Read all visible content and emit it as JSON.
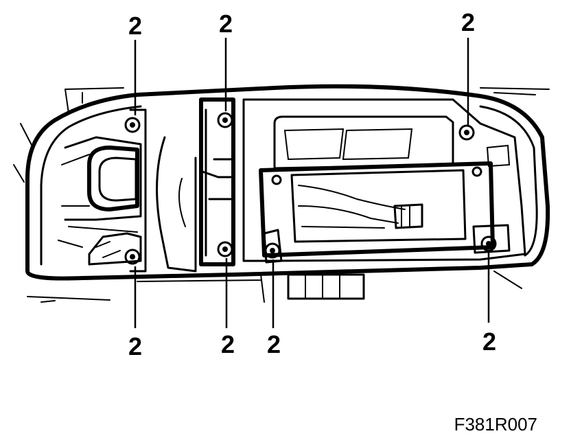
{
  "callouts": [
    {
      "id": "top-left",
      "label": "2"
    },
    {
      "id": "top-center",
      "label": "2"
    },
    {
      "id": "top-right",
      "label": "2"
    },
    {
      "id": "bottom-left",
      "label": "2"
    },
    {
      "id": "bottom-center-left",
      "label": "2"
    },
    {
      "id": "bottom-center-right",
      "label": "2"
    },
    {
      "id": "bottom-right",
      "label": "2"
    }
  ],
  "figure_code": "F381R007"
}
